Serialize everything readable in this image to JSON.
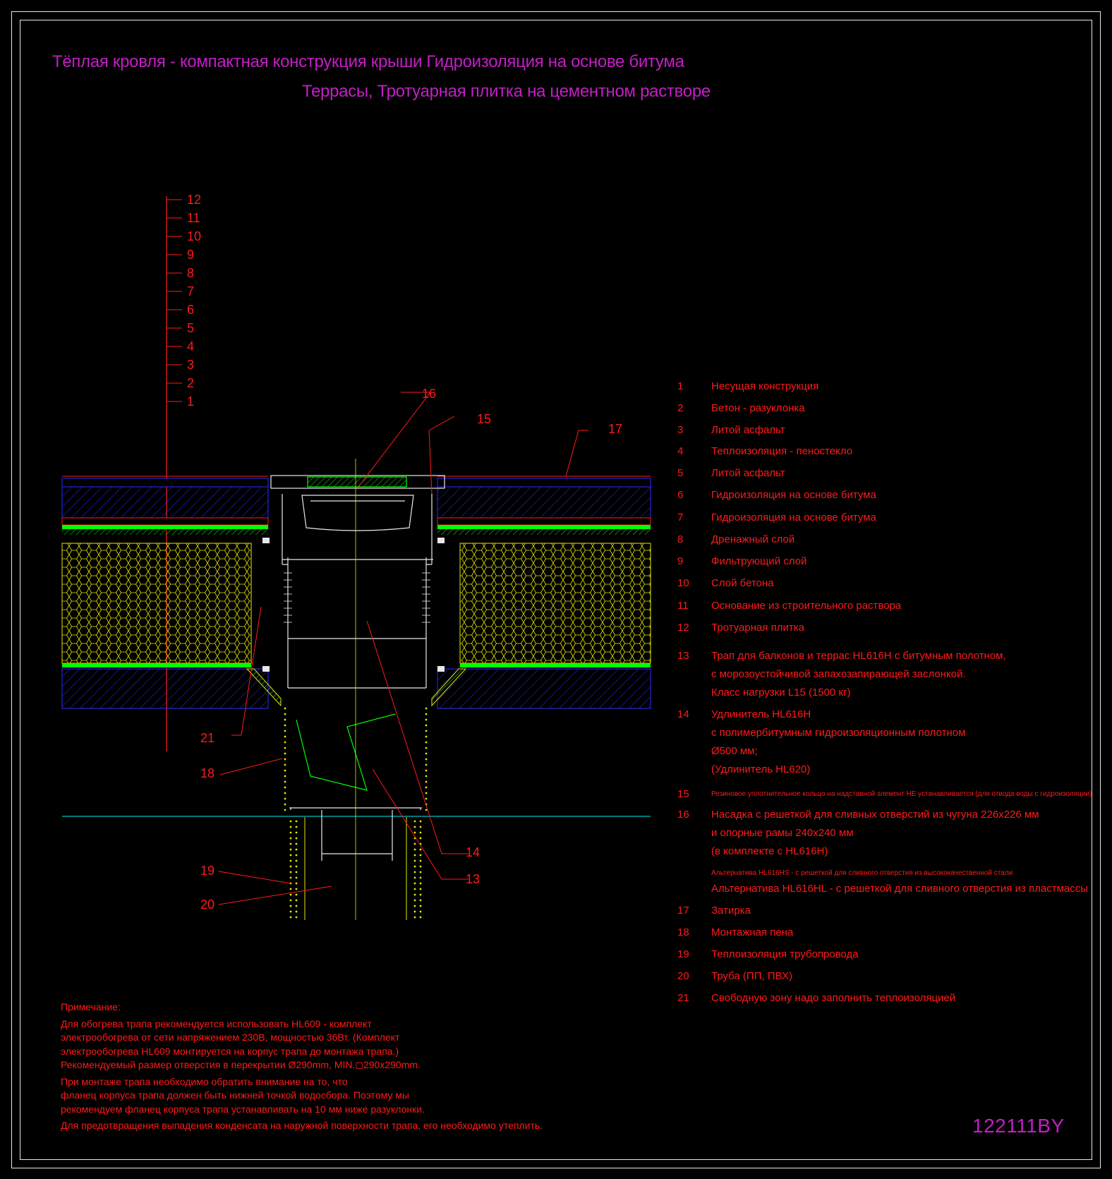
{
  "drawing": {
    "title_line1": "Тёплая кровля - компактная конструкция крыши Гидроизоляция на основе битума",
    "title_line2": "Террасы, Тротуарная плитка на цементном растворе",
    "code": "122111BY",
    "level_labels": [
      "12",
      "11",
      "10",
      "9",
      "8",
      "7",
      "6",
      "5",
      "4",
      "3",
      "2",
      "1"
    ],
    "callouts": {
      "c16": "16",
      "c15": "15",
      "c17": "17",
      "c21": "21",
      "c18": "18",
      "c19": "19",
      "c20": "20",
      "c14": "14",
      "c13": "13"
    },
    "legend": [
      {
        "num": "1",
        "text": "Несущая конструкция"
      },
      {
        "num": "2",
        "text": "Бетон - разуклонка"
      },
      {
        "num": "3",
        "text": "Литой асфальт"
      },
      {
        "num": "4",
        "text": "Теплоизоляция - пеностекло"
      },
      {
        "num": "5",
        "text": "Литой асфальт"
      },
      {
        "num": "6",
        "text": "Гидроизоляция на основе битума"
      },
      {
        "num": "7",
        "text": "Гидроизоляция на основе битума"
      },
      {
        "num": "8",
        "text": "Дренажный слой"
      },
      {
        "num": "9",
        "text": "Фильтрующий слой"
      },
      {
        "num": "10",
        "text": "Слой бетона"
      },
      {
        "num": "11",
        "text": "Основание из строительного раствора"
      },
      {
        "num": "12",
        "text": "Тротуарная плитка"
      },
      {
        "num": "13",
        "text": "Трап для балконов и террас HL616H с битумным полотном,\nс морозоустойчивой запахозапирающей заслонкой.\nКласс нагрузки L15 (1500 кг)"
      },
      {
        "num": "14",
        "text": "Удлинитель HL616H\n с полимербитумным гидроизоляционным полотном\nØ500 мм;\n(Удлинитель HL620)"
      },
      {
        "num": "15",
        "text": "Резиновое уплотнительное кольцо на надставной элемент НЕ устанавливается (для отвода воды с гидроизоляции)"
      },
      {
        "num": "16",
        "text": "Насадка с решеткой для сливных отверстий из чугуна 226x226 мм\nи опорные рамы 240x240 мм\n(в комплекте с HL616H)"
      },
      {
        "num": "",
        "text": "Альтернатива HL616HS - с решеткой  для сливного отверстия из высококачественной стали"
      },
      {
        "num": "",
        "text": "Альтернатива HL616HL - с решеткой  для сливного отверстия из пластмассы"
      },
      {
        "num": "17",
        "text": "Затирка"
      },
      {
        "num": "18",
        "text": "Монтажная пена"
      },
      {
        "num": "19",
        "text": "Теплоизоляция трубопровода"
      },
      {
        "num": "20",
        "text": "Труба (ПП, ПВХ)"
      },
      {
        "num": "21",
        "text": "Свободную зону надо заполнить теплоизоляцией"
      }
    ],
    "notes": {
      "heading": "Примечание:",
      "p1": "Для обогрева трапа рекомендуется использовать HL609 - комплект\nэлектрообогрева от сети напряжением 230В, мощностью 36Вт. (Комплект\nэлектрообогрева HL609 монтируется на корпус трапа до монтажа трапа.)\nРекомендуемый размер отверстия в перекрытии Ø290mm, MIN.◻290x290mm.",
      "p2": "При монтаже трапа необходимо обратить внимание на то, что\nфланец корпуса трапа должен быть нижней точкой водосбора. Поэтому мы\nрекомендуем фланец корпуса трапа устанавливать на 10 мм ниже разуклонки.",
      "p3": "Для предотвращения выпадения конденсата на наружной поверхности трапа, его необходимо утеплить."
    },
    "colors": {
      "title": "#c21fc4",
      "text": "#ff1a1a",
      "frame": "#e8e8e8",
      "insulation": "#e6e600",
      "waterproofing": "#00ff00",
      "base_hatch": "#2a2aff",
      "slab_line": "#00a0a0"
    }
  }
}
